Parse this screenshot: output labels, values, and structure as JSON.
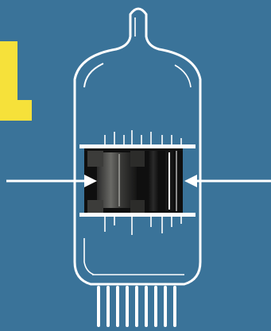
{
  "illustration": {
    "subject": "vacuum-tube",
    "background_color": "#3a7399",
    "outline_color": "#ffffff",
    "accent_color": "#f6e13a",
    "electrode_color": "#1a1a1a",
    "arrows": [
      "left-arrow",
      "right-arrow"
    ]
  }
}
